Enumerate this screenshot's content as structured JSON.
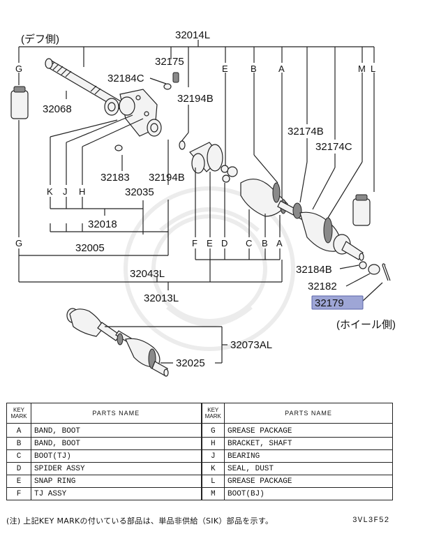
{
  "diagram": {
    "header_diff": "(デフ側)",
    "header_wheel": "(ホイール側)",
    "highlight_color": "#9ea6d6",
    "callouts": {
      "p32014L": "32014L",
      "p32175": "32175",
      "p32184C": "32184C",
      "p32068": "32068",
      "p32194B_top": "32194B",
      "p32174B": "32174B",
      "p32174C": "32174C",
      "p32183": "32183",
      "p32194B_mid": "32194B",
      "p32035": "32035",
      "p32018": "32018",
      "p32005": "32005",
      "p32043L": "32043L",
      "p32013L": "32013L",
      "p32184B": "32184B",
      "p32182": "32182",
      "p32179": "32179",
      "p32073AL": "32073AL",
      "p32025": "32025"
    },
    "keys_top": {
      "G": "G",
      "E": "E",
      "B": "B",
      "A": "A",
      "M": "M",
      "L": "L"
    },
    "keys_mid": {
      "K": "K",
      "J": "J",
      "H": "H"
    },
    "keys_bottom": {
      "G": "G",
      "F": "F",
      "E": "E",
      "D": "D",
      "C": "C",
      "B": "B",
      "A": "A"
    }
  },
  "legend": {
    "key_header": "KEY MARK",
    "name_header": "PARTS NAME",
    "rows": [
      {
        "k1": "A",
        "n1": "BAND, BOOT",
        "k2": "G",
        "n2": "GREASE PACKAGE"
      },
      {
        "k1": "B",
        "n1": "BAND, BOOT",
        "k2": "H",
        "n2": "BRACKET, SHAFT"
      },
      {
        "k1": "C",
        "n1": "BOOT(TJ)",
        "k2": "J",
        "n2": "BEARING"
      },
      {
        "k1": "D",
        "n1": "SPIDER ASSY",
        "k2": "K",
        "n2": "SEAL, DUST"
      },
      {
        "k1": "E",
        "n1": "SNAP RING",
        "k2": "L",
        "n2": "GREASE PACKAGE"
      },
      {
        "k1": "F",
        "n1": "TJ ASSY",
        "k2": "M",
        "n2": "BOOT(BJ)"
      }
    ]
  },
  "footnote": "(注) 上記KEY MARKの付いている部品は、単品非供給（SIK）部品を示す。",
  "figure_code": "3VL3F52"
}
